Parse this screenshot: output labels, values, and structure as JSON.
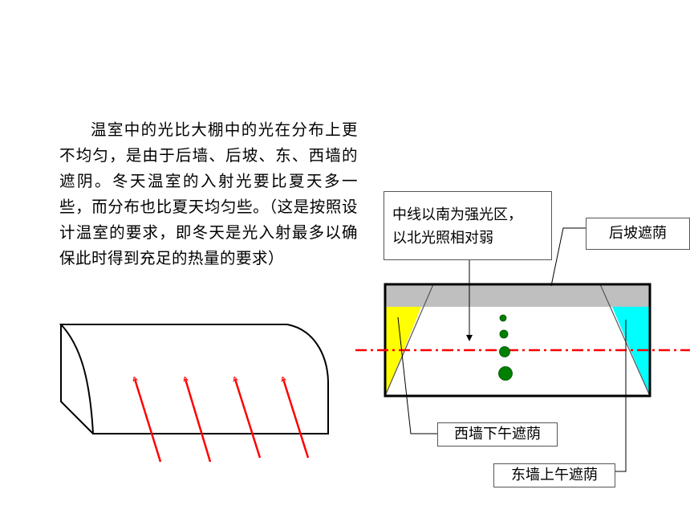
{
  "paragraph": "温室中的光比大棚中的光在分布上更不均匀，是由于后墙、后坡、东、西墙的遮阴。冬天温室的入射光要比夏天多一些，而分布也比夏天均匀些。（这是按照设计温室的要求，即冬天是光入射最多以确保此时得到充足的热量的要求）",
  "callouts": {
    "strong_light_line1": "中线以南为强光区，",
    "strong_light_line2": "以北光照相对弱",
    "roof_shade": "后坡遮荫",
    "west_shade": "西墙下午遮荫",
    "east_shade": "东墙上午遮荫"
  },
  "colors": {
    "light_arrow": "#ff0000",
    "west_shade": "#ffff00",
    "east_shade": "#00ffff",
    "roof_shade": "#bfbfbf",
    "midline": "#ff0000",
    "light_dots": "#008000"
  }
}
